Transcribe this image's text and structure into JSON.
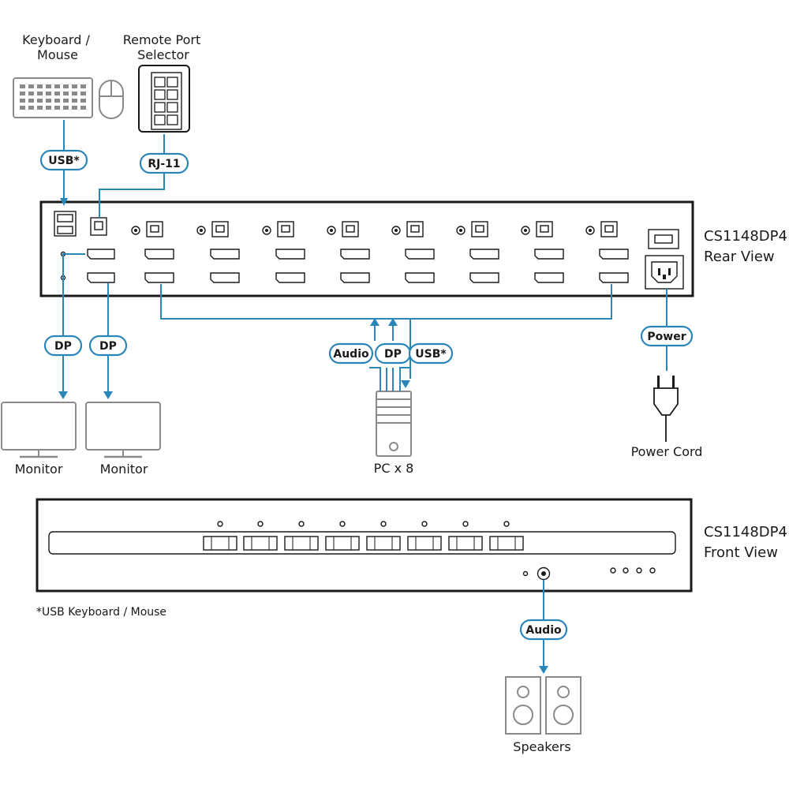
{
  "labels": {
    "keyboard_mouse_line1": "Keyboard /",
    "keyboard_mouse_line2": "Mouse",
    "remote_line1": "Remote Port",
    "remote_line2": "Selector",
    "rear_model": "CS1148DP4",
    "rear_view": "Rear View",
    "front_model": "CS1148DP4",
    "front_view": "Front View",
    "monitor_left": "Monitor",
    "monitor_right": "Monitor",
    "pc": "PC x 8",
    "power_cord": "Power Cord",
    "speakers": "Speakers",
    "footnote": "*USB Keyboard / Mouse"
  },
  "connections": {
    "usb_kbd": "USB*",
    "rj11": "RJ-11",
    "dp_left": "DP",
    "dp_right": "DP",
    "audio_pc": "Audio",
    "dp_pc": "DP",
    "usb_pc": "USB*",
    "power": "Power",
    "audio_front": "Audio"
  },
  "colors": {
    "accent": "#2a86b8",
    "outline": "#1a1a1a",
    "device_gray": "#8a8a8a"
  },
  "icons": [
    "keyboard-icon",
    "mouse-icon",
    "remote-port-selector-icon",
    "monitor-icon",
    "pc-tower-icon",
    "power-plug-icon",
    "speaker-icon"
  ]
}
